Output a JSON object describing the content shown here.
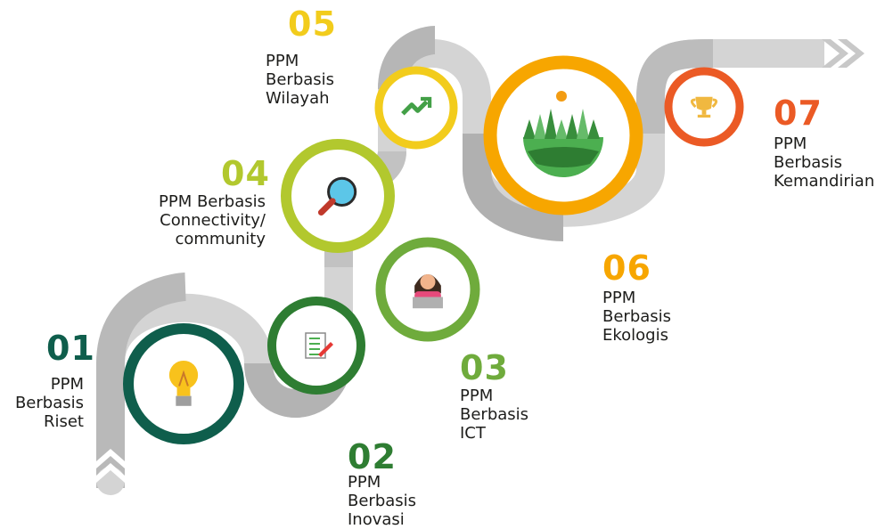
{
  "steps": [
    {
      "number": "01",
      "label": "PPM\nBerbasis\nRiset",
      "color": "#0f5e4c",
      "icon": "lightbulb-icon"
    },
    {
      "number": "02",
      "label": "PPM\nBerbasis\nInovasi",
      "color": "#2e7d32",
      "icon": "document-edit-icon"
    },
    {
      "number": "03",
      "label": "PPM\nBerbasis\nICT",
      "color": "#6fab3c",
      "icon": "person-laptop-icon"
    },
    {
      "number": "04",
      "label": "PPM Berbasis\nConnectivity/\ncommunity",
      "color": "#b2c82e",
      "icon": "magnifier-icon"
    },
    {
      "number": "05",
      "label": "PPM\nBerbasis\nWilayah",
      "color": "#f2cc1c",
      "icon": "trend-up-icon"
    },
    {
      "number": "06",
      "label": "PPM\nBerbasis\nEkologis",
      "color": "#f7a600",
      "icon": "forest-landscape-icon"
    },
    {
      "number": "07",
      "label": "PPM\nBerbasis\nKemandirian",
      "color": "#eb5a25",
      "icon": "trophy-icon"
    }
  ]
}
